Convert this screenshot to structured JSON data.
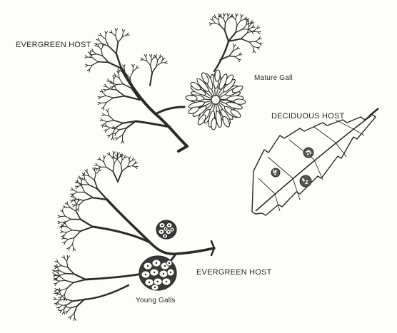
{
  "labels": {
    "evergreen_host_top": "EVERGREEN HOST",
    "mature_gall": "Mature Gall",
    "deciduous_host": "DECIDUOUS HOST",
    "evergreen_host_bottom": "EVERGREEN HOST",
    "young_galls": "Young Galls"
  },
  "colors": {
    "ink": "#2a2a2a",
    "paper": "#fdfdf9"
  }
}
